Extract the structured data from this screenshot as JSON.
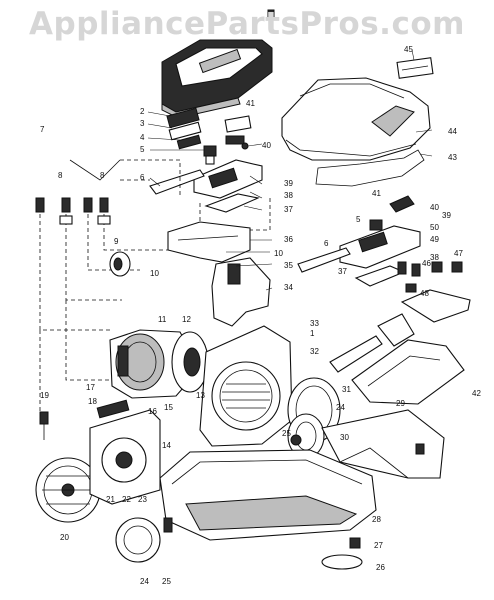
{
  "watermark": "AppliancePartsPros.com",
  "callouts": [
    {
      "id": "c1",
      "text": "1"
    },
    {
      "id": "c2",
      "text": "2"
    },
    {
      "id": "c3",
      "text": "3"
    },
    {
      "id": "c4",
      "text": "4"
    },
    {
      "id": "c5a",
      "text": "5"
    },
    {
      "id": "c5b",
      "text": "5"
    },
    {
      "id": "c6a",
      "text": "6"
    },
    {
      "id": "c6b",
      "text": "6"
    },
    {
      "id": "c7",
      "text": "7"
    },
    {
      "id": "c8a",
      "text": "8"
    },
    {
      "id": "c8b",
      "text": "8"
    },
    {
      "id": "c9",
      "text": "9"
    },
    {
      "id": "c10a",
      "text": "10"
    },
    {
      "id": "c10b",
      "text": "10"
    },
    {
      "id": "c11",
      "text": "11"
    },
    {
      "id": "c12",
      "text": "12"
    },
    {
      "id": "c13",
      "text": "13"
    },
    {
      "id": "c14",
      "text": "14"
    },
    {
      "id": "c15",
      "text": "15"
    },
    {
      "id": "c16",
      "text": "16"
    },
    {
      "id": "c17",
      "text": "17"
    },
    {
      "id": "c18",
      "text": "18"
    },
    {
      "id": "c19",
      "text": "19"
    },
    {
      "id": "c20",
      "text": "20"
    },
    {
      "id": "c21",
      "text": "21"
    },
    {
      "id": "c22",
      "text": "22"
    },
    {
      "id": "c23",
      "text": "23"
    },
    {
      "id": "c24a",
      "text": "24"
    },
    {
      "id": "c24b",
      "text": "24"
    },
    {
      "id": "c25a",
      "text": "25"
    },
    {
      "id": "c25b",
      "text": "25"
    },
    {
      "id": "c26",
      "text": "26"
    },
    {
      "id": "c27",
      "text": "27"
    },
    {
      "id": "c28",
      "text": "28"
    },
    {
      "id": "c29",
      "text": "29"
    },
    {
      "id": "c30",
      "text": "30"
    },
    {
      "id": "c31",
      "text": "31"
    },
    {
      "id": "c32",
      "text": "32"
    },
    {
      "id": "c33",
      "text": "33"
    },
    {
      "id": "c34",
      "text": "34"
    },
    {
      "id": "c35",
      "text": "35"
    },
    {
      "id": "c36",
      "text": "36"
    },
    {
      "id": "c37a",
      "text": "37"
    },
    {
      "id": "c37b",
      "text": "37"
    },
    {
      "id": "c38a",
      "text": "38"
    },
    {
      "id": "c38b",
      "text": "38"
    },
    {
      "id": "c39a",
      "text": "39"
    },
    {
      "id": "c39b",
      "text": "39"
    },
    {
      "id": "c40a",
      "text": "40"
    },
    {
      "id": "c40b",
      "text": "40"
    },
    {
      "id": "c41a",
      "text": "41"
    },
    {
      "id": "c41b",
      "text": "41"
    },
    {
      "id": "c42",
      "text": "42"
    },
    {
      "id": "c43",
      "text": "43"
    },
    {
      "id": "c44",
      "text": "44"
    },
    {
      "id": "c45",
      "text": "45"
    },
    {
      "id": "c46",
      "text": "46"
    },
    {
      "id": "c47",
      "text": "47"
    },
    {
      "id": "c48",
      "text": "48"
    },
    {
      "id": "c49",
      "text": "49"
    },
    {
      "id": "c50",
      "text": "50"
    }
  ]
}
